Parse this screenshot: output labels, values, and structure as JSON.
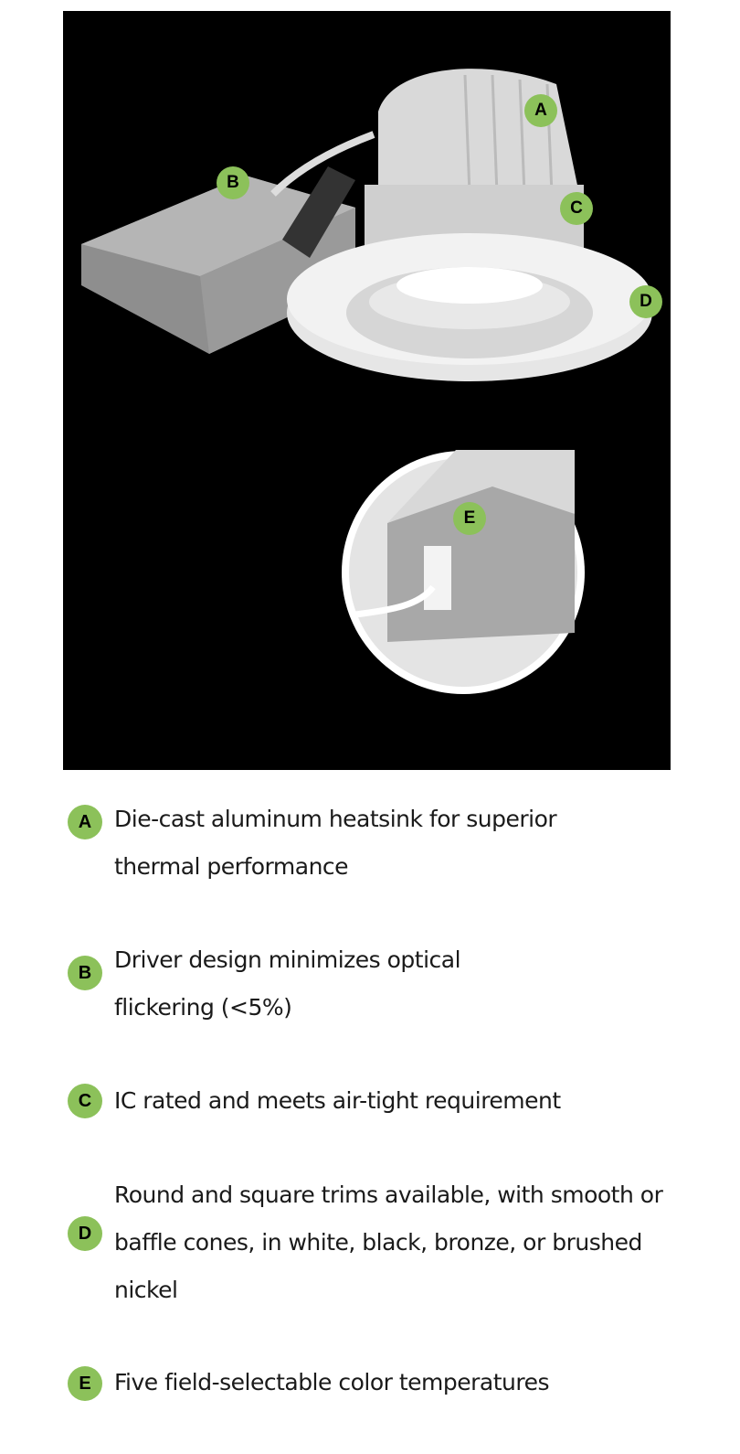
{
  "image_labels": [
    "A",
    "B",
    "C",
    "D",
    "E"
  ],
  "features": [
    {
      "letter": "A",
      "text": "Die-cast aluminum heatsink for superior thermal performance"
    },
    {
      "letter": "B",
      "text": "Driver design minimizes optical flickering (<5%)"
    },
    {
      "letter": "C",
      "text": "IC rated and meets air-tight requirement"
    },
    {
      "letter": "D",
      "text": "Round and square trims available, with smooth or baffle cones, in white, black, bronze, or brushed nickel"
    },
    {
      "letter": "E",
      "text": "Five field-selectable color temperatures"
    }
  ],
  "colors": {
    "badge": "#8cc15a",
    "background": "#000000"
  }
}
